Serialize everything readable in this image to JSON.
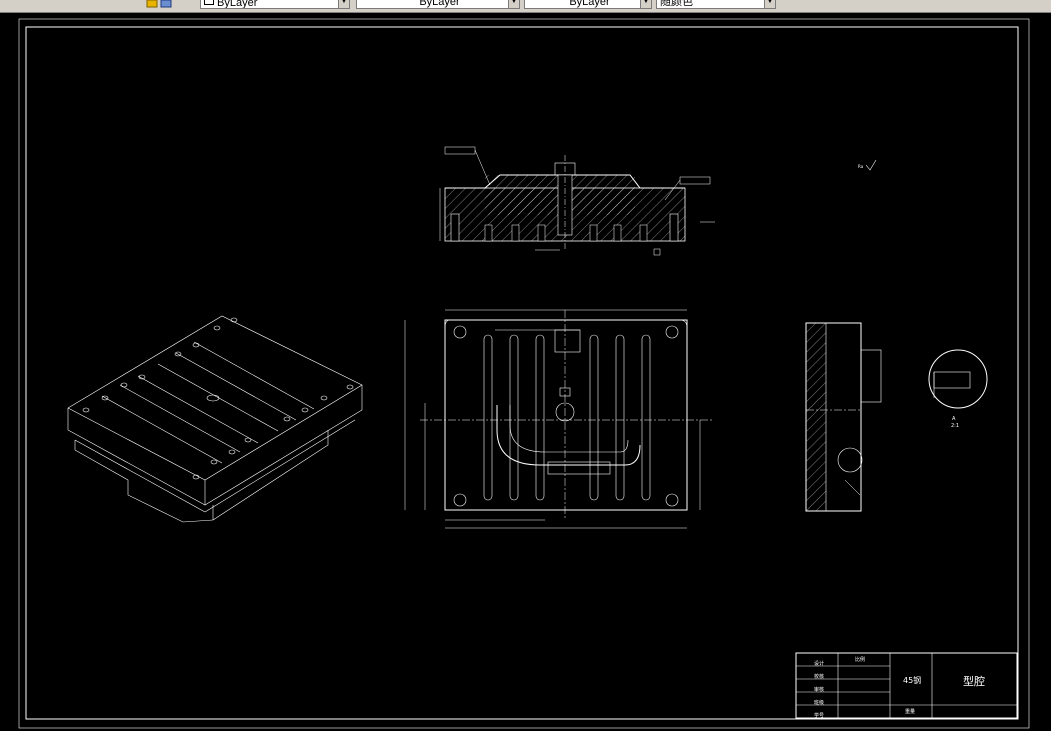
{
  "toolbar": {
    "color_combo": "ByLayer",
    "linetype_combo": "ByLayer",
    "lineweight_combo": "ByLayer",
    "plotstyle_combo": "随颜色"
  },
  "drawing": {
    "title_block": {
      "material": "45钢",
      "part_name": "型腔",
      "row_labels": [
        "设计",
        "校核",
        "审核",
        "班级",
        "学号"
      ],
      "scale": "比例",
      "weight": "重量"
    }
  },
  "colors": {
    "background": "#000000",
    "lines": "#ffffff",
    "toolbar": "#d4d0c8"
  }
}
